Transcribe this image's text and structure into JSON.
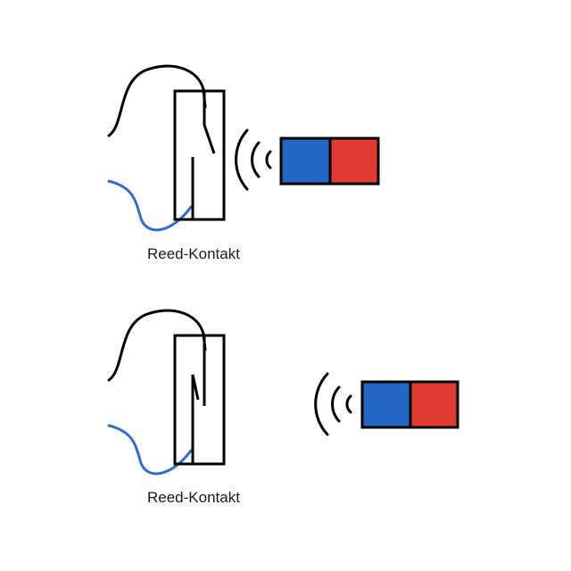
{
  "diagram": {
    "panels": [
      {
        "label": "Reed-Kontakt",
        "switch_state": "closed"
      },
      {
        "label": "Reed-Kontakt",
        "switch_state": "open"
      }
    ],
    "colors": {
      "line": "#000000",
      "wire_blue": "#2f6fc9",
      "magnet_blue": "#2466c4",
      "magnet_red": "#e03a32"
    }
  }
}
